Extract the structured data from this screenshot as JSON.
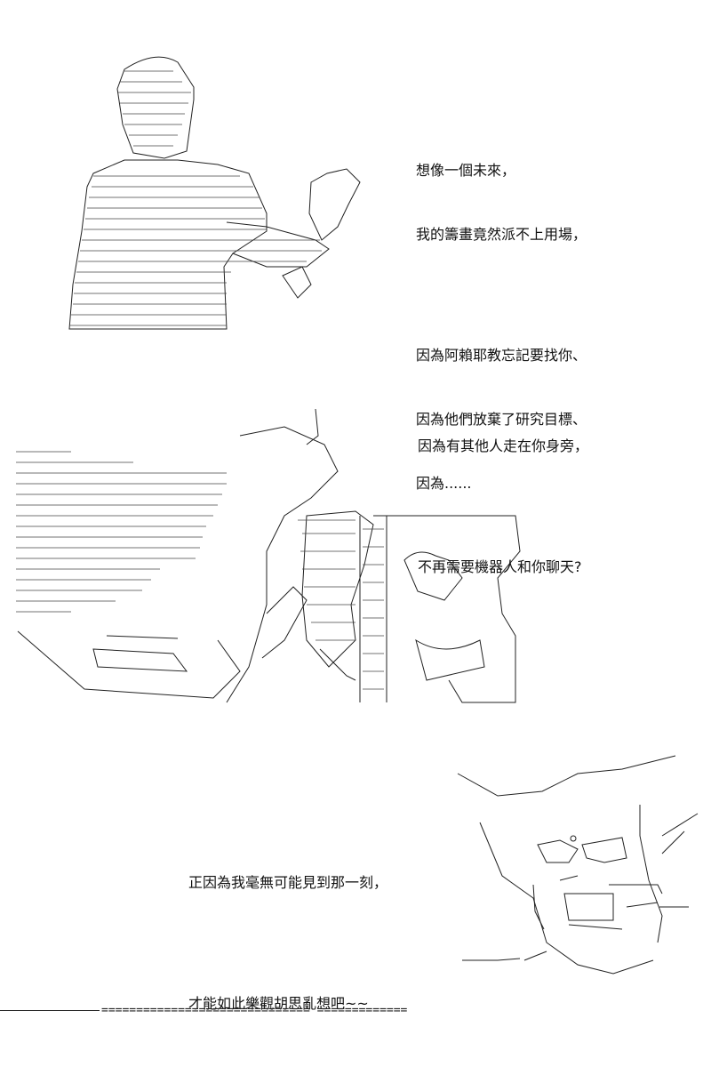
{
  "panels": [
    {
      "caption_lines": [
        "想像一個未來，",
        "我的籌畫竟然派不上用場，",
        "",
        "因為阿賴耶教忘記要找你、",
        "因為他們放棄了研究目標、",
        "因為......"
      ]
    },
    {
      "caption_lines": [
        "因為有其他人走在你身旁，",
        "",
        "不再需要機器人和你聊天?"
      ]
    },
    {
      "caption_lines": [
        "正因為我毫無可能見到那一刻，",
        "",
        "才能如此樂觀胡思亂想吧~~"
      ]
    }
  ],
  "footer": {
    "rule_text": "============================== ============="
  }
}
